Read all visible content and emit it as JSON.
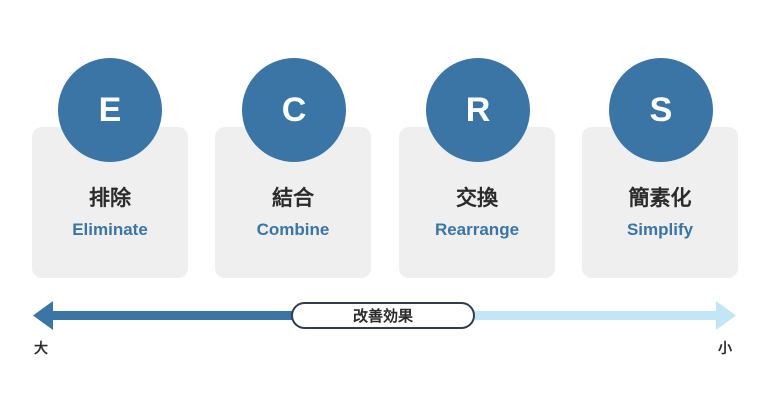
{
  "steps": [
    {
      "letter": "E",
      "japanese": "排除",
      "english": "Eliminate"
    },
    {
      "letter": "C",
      "japanese": "結合",
      "english": "Combine"
    },
    {
      "letter": "R",
      "japanese": "交換",
      "english": "Rearrange"
    },
    {
      "letter": "S",
      "japanese": "簡素化",
      "english": "Simplify"
    }
  ],
  "scale": {
    "label": "改善効果",
    "left_label": "大",
    "right_label": "小"
  },
  "colors": {
    "primary": "#3a75a6",
    "light_arrow": "#c3e6f7",
    "card_bg": "#efefef"
  }
}
